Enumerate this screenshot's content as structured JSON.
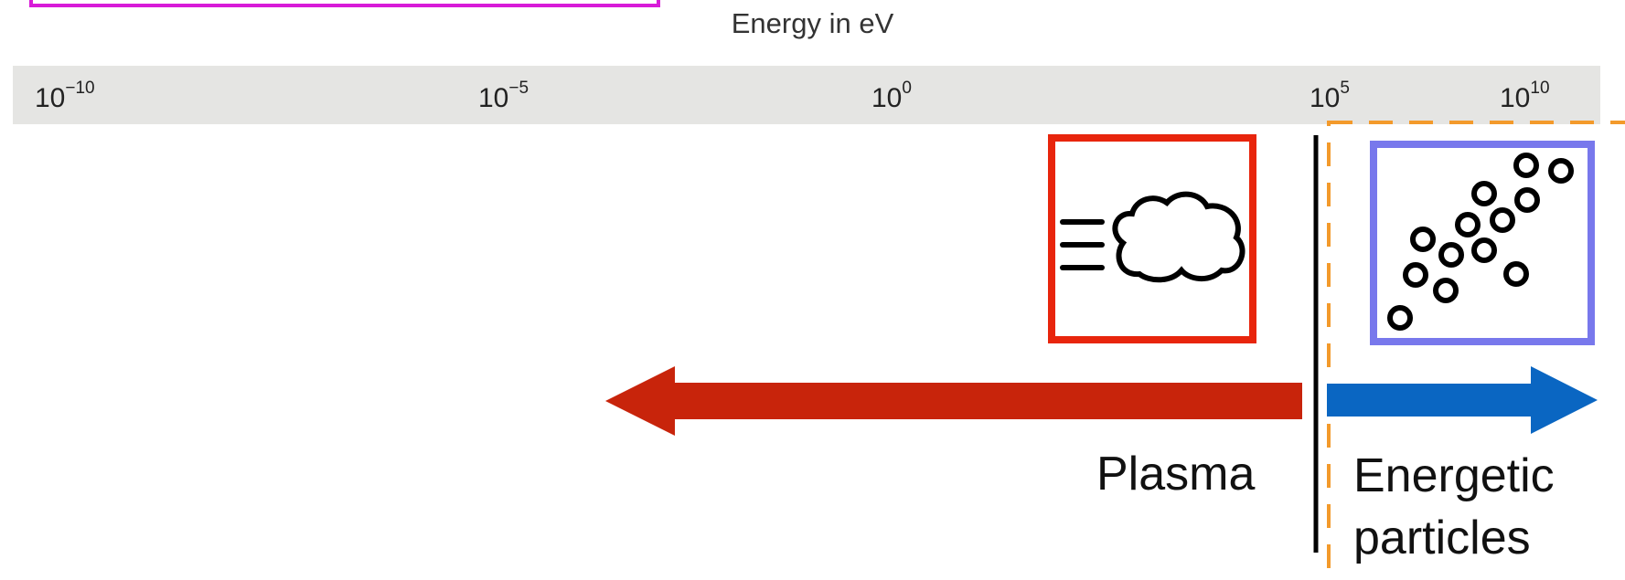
{
  "axis": {
    "title": "Energy in eV",
    "ticks": [
      {
        "base": "10",
        "exp": "−10"
      },
      {
        "base": "10",
        "exp": "−5"
      },
      {
        "base": "10",
        "exp": "0"
      },
      {
        "base": "10",
        "exp": "5"
      },
      {
        "base": "10",
        "exp": "10"
      }
    ],
    "band_color": "#e5e5e3"
  },
  "regions": {
    "plasma": {
      "label": "Plasma",
      "arrow_color": "#c8240b",
      "box_color": "#e8250c",
      "icon": "cloud-wind-icon"
    },
    "energetic": {
      "label_line1": "Energetic",
      "label_line2": "particles",
      "arrow_color": "#0a66c2",
      "box_color": "#7878ec",
      "icon": "particles-icon"
    }
  },
  "colors": {
    "top_box": "#d81bd8",
    "dashed_box": "#f39a2b",
    "divider": "#000000"
  }
}
